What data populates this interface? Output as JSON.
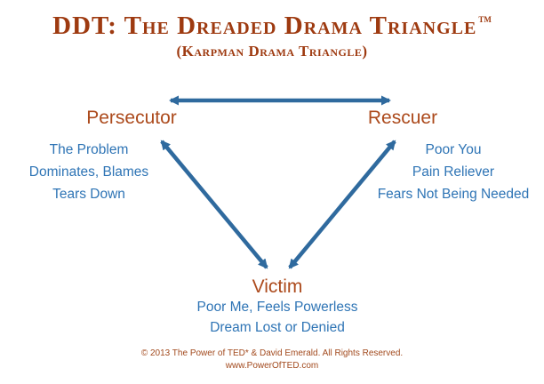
{
  "title": {
    "main": "DDT: The Dreaded Drama Triangle",
    "trademark": "TM",
    "subtitle": "(Karpman Drama Triangle)"
  },
  "nodes": {
    "persecutor": {
      "label": "Persecutor",
      "traits": [
        "The Problem",
        "Dominates, Blames",
        "Tears Down"
      ]
    },
    "rescuer": {
      "label": "Rescuer",
      "traits": [
        "Poor You",
        "Pain Reliever",
        "Fears Not Being Needed"
      ]
    },
    "victim": {
      "label": "Victim",
      "traits": [
        "Poor Me, Feels Powerless",
        "Dream Lost or Denied"
      ]
    }
  },
  "relationships": [
    {
      "from": "Persecutor",
      "to": "Rescuer",
      "bidirectional": true
    },
    {
      "from": "Persecutor",
      "to": "Victim",
      "bidirectional": true
    },
    {
      "from": "Rescuer",
      "to": "Victim",
      "bidirectional": true
    }
  ],
  "footer": {
    "copyright": "© 2013 The Power of TED* & David Emerald. All Rights Reserved.",
    "website": "www.PowerOfTED.com"
  },
  "colors": {
    "title": "#9E3A10",
    "node_label": "#AC4A1C",
    "body_text": "#2E74B5",
    "arrow": "#2F6A9E",
    "footer": "#A24A1E",
    "background": "#FFFFFF"
  }
}
